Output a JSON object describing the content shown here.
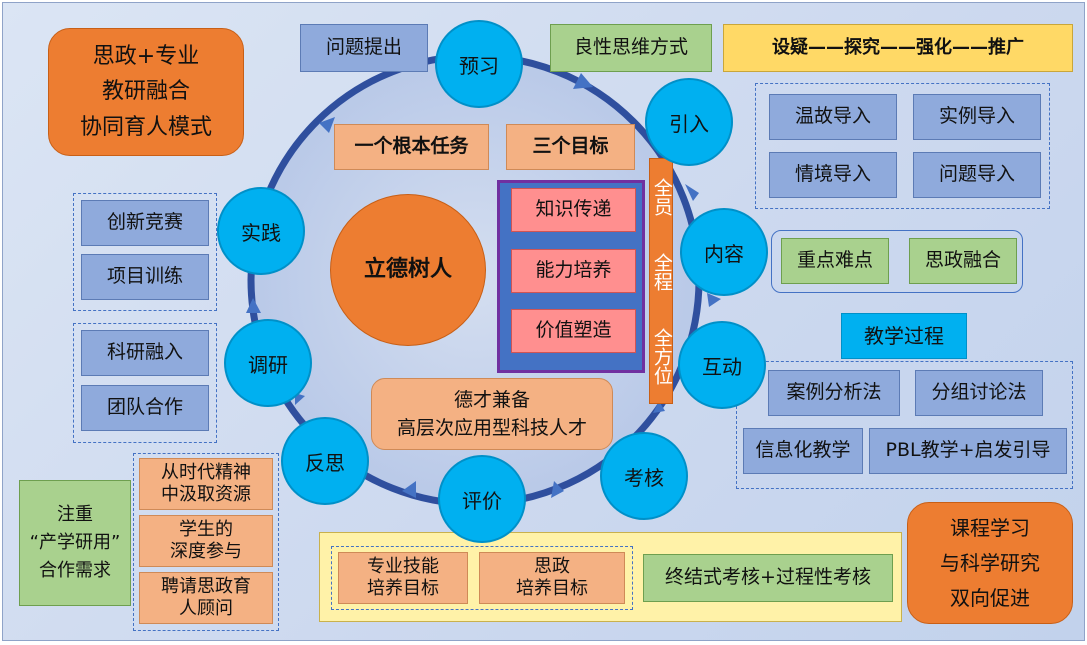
{
  "top_left_box": [
    "思政+专业",
    "教研融合",
    "协同育人模式"
  ],
  "center": {
    "core": "立德树人",
    "task": "一个根本任务",
    "goals": "三个目标",
    "goal_items": [
      "知识传递",
      "能力培养",
      "价值塑造"
    ],
    "all_round": [
      "全员",
      "全程",
      "全方位"
    ],
    "talent": [
      "德才兼备",
      "高层次应用型科技人才"
    ]
  },
  "cycle_nodes": {
    "preview": "预习",
    "intro": "引入",
    "content": "内容",
    "interact": "互动",
    "assess": "考核",
    "evaluate": "评价",
    "reflect": "反思",
    "research": "调研",
    "practice": "实践"
  },
  "question_raise": "问题提出",
  "good_thinking": "良性思维方式",
  "motto": "设疑——探究——强化——推广",
  "intro_methods": [
    "温故导入",
    "实例导入",
    "情境导入",
    "问题导入"
  ],
  "content_items": [
    "重点难点",
    "思政融合"
  ],
  "teaching_process": {
    "title": "教学过程",
    "methods": [
      "案例分析法",
      "分组讨论法",
      "信息化教学",
      "PBL教学+启发引导"
    ]
  },
  "practice_items": [
    "创新竞赛",
    "项目训练"
  ],
  "research_items": [
    "科研融入",
    "团队合作"
  ],
  "collab_need": [
    "注重",
    "“产学研用”",
    "合作需求"
  ],
  "reflect_items": [
    [
      "从时代精神",
      "中汲取资源"
    ],
    [
      "学生的",
      "深度参与"
    ],
    [
      "聘请思政育",
      "人顾问"
    ]
  ],
  "eval_targets": [
    [
      "专业技能",
      "培养目标"
    ],
    [
      "思政",
      "培养目标"
    ]
  ],
  "assessment_mode": "终结式考核+过程性考核",
  "bottom_right_box": [
    "课程学习",
    "与科学研究",
    "双向促进"
  ],
  "colors": {
    "ring": "#2f4f9e",
    "node": "#00b0f0",
    "orange": "#ed7d31",
    "blue_box": "#8faadc",
    "green_box": "#a9d18e",
    "peach_box": "#f4b183",
    "pink_box": "#ff8f8f",
    "yellow_box": "#ffd966",
    "goal_frame": "#7030a0"
  }
}
